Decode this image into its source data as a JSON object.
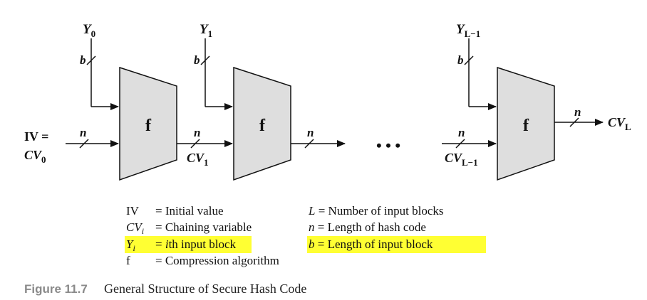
{
  "diagram": {
    "inputs": [
      {
        "main": "Y",
        "sub": "0",
        "width_label": "b"
      },
      {
        "main": "Y",
        "sub": "1",
        "width_label": "b"
      },
      {
        "main": "Y",
        "sub": "L−1",
        "width_label": "b"
      }
    ],
    "function_label": "f",
    "iv_label": "IV =",
    "cv0": {
      "main": "CV",
      "sub": "0"
    },
    "cv1": {
      "main": "CV",
      "sub": "1"
    },
    "cvl1": {
      "main": "CV",
      "sub": "L−1"
    },
    "cvl": {
      "main": "CV",
      "sub": "L"
    },
    "n_label": "n",
    "ellipsis": "• • •"
  },
  "legend": {
    "left": [
      {
        "term": "IV",
        "sub": "",
        "eq": "= Initial value",
        "highlight": false
      },
      {
        "term": "CV",
        "sub": "i",
        "eq": "= Chaining variable",
        "highlight": false
      },
      {
        "term": "Y",
        "sub": "i",
        "eq_italic": "i",
        "eq": "th input block",
        "highlight": true
      },
      {
        "term": "f",
        "sub": "",
        "eq": "= Compression algorithm",
        "highlight": false
      }
    ],
    "right": [
      {
        "term": "L",
        "eq": " = Number of input blocks",
        "highlight": false
      },
      {
        "term": "n",
        "eq": " = Length of hash code",
        "highlight": false
      },
      {
        "term": "b",
        "eq": " = Length of input block",
        "highlight": true
      }
    ]
  },
  "caption": {
    "number": "Figure 11.7",
    "title": "General Structure of Secure Hash Code"
  },
  "colors": {
    "box_fill": "#dedede",
    "highlight": "#ffff33",
    "caption_number": "#8a8a8a"
  }
}
